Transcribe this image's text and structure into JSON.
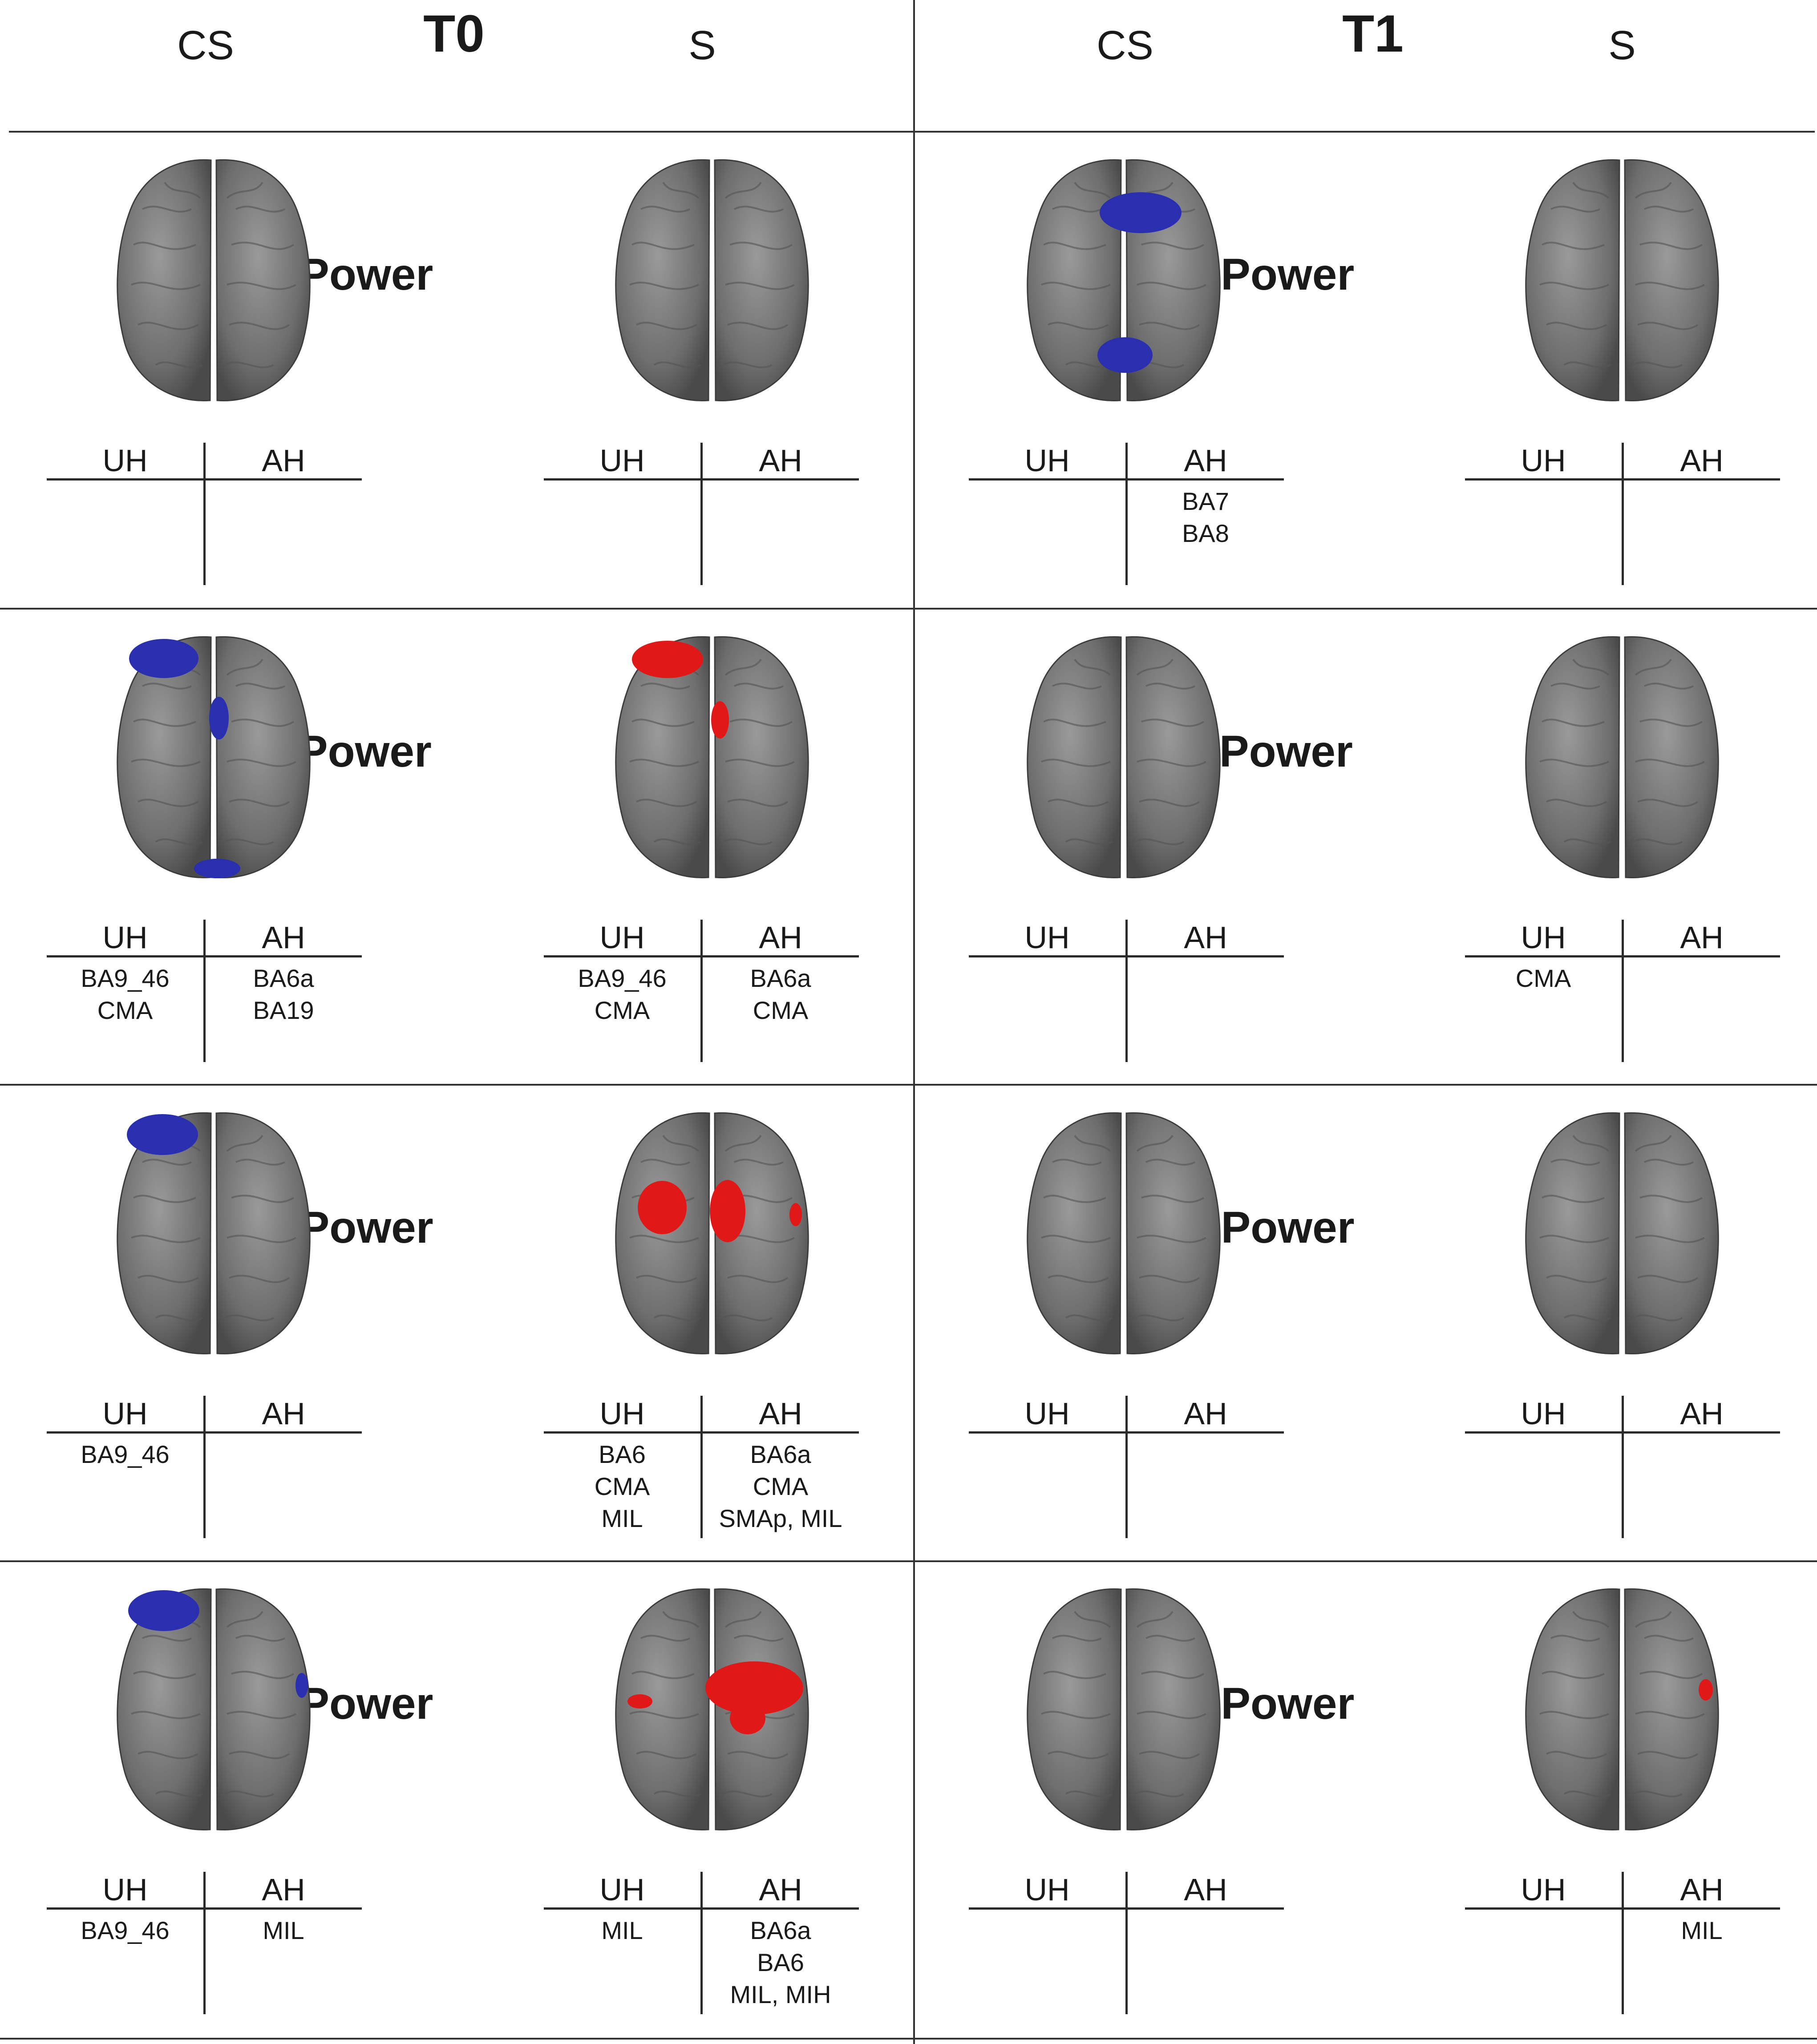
{
  "headers": {
    "t0": "T0",
    "t1": "T1",
    "cs_label": "CS",
    "s_label": "S",
    "uh_label": "UH",
    "ah_label": "AH"
  },
  "bands": [
    "δ Power",
    "θ Power",
    "α Power",
    "β Power"
  ],
  "colors": {
    "brain": "#7a7a7a",
    "decrease": "#2a2fb0",
    "increase": "#e01818",
    "lines": "#333333"
  },
  "rows": [
    {
      "band": "δ Power",
      "panels": [
        {
          "group": "CS",
          "time": "T0",
          "highlight": "none",
          "uh": [],
          "ah": []
        },
        {
          "group": "S",
          "time": "T0",
          "highlight": "none",
          "uh": [],
          "ah": []
        },
        {
          "group": "CS",
          "time": "T1",
          "highlight": "blue",
          "uh": [],
          "ah": [
            "BA7",
            "BA8"
          ]
        },
        {
          "group": "S",
          "time": "T1",
          "highlight": "none",
          "uh": [],
          "ah": []
        }
      ]
    },
    {
      "band": "θ Power",
      "panels": [
        {
          "group": "CS",
          "time": "T0",
          "highlight": "blue",
          "uh": [
            "BA9_46",
            "CMA"
          ],
          "ah": [
            "BA6a",
            "BA19"
          ]
        },
        {
          "group": "S",
          "time": "T0",
          "highlight": "red",
          "uh": [
            "BA9_46",
            "CMA"
          ],
          "ah": [
            "BA6a",
            "CMA"
          ]
        },
        {
          "group": "CS",
          "time": "T1",
          "highlight": "none",
          "uh": [],
          "ah": []
        },
        {
          "group": "S",
          "time": "T1",
          "highlight": "none",
          "uh": [
            "CMA"
          ],
          "ah": []
        }
      ]
    },
    {
      "band": "α Power",
      "panels": [
        {
          "group": "CS",
          "time": "T0",
          "highlight": "blue",
          "uh": [
            "BA9_46"
          ],
          "ah": []
        },
        {
          "group": "S",
          "time": "T0",
          "highlight": "red",
          "uh": [
            "BA6",
            "CMA",
            "MIL"
          ],
          "ah": [
            "BA6a",
            "CMA",
            "SMAp, MIL"
          ]
        },
        {
          "group": "CS",
          "time": "T1",
          "highlight": "none",
          "uh": [],
          "ah": []
        },
        {
          "group": "S",
          "time": "T1",
          "highlight": "none",
          "uh": [],
          "ah": []
        }
      ]
    },
    {
      "band": "β Power",
      "panels": [
        {
          "group": "CS",
          "time": "T0",
          "highlight": "blue",
          "uh": [
            "BA9_46"
          ],
          "ah": [
            "MIL"
          ]
        },
        {
          "group": "S",
          "time": "T0",
          "highlight": "red",
          "uh": [
            "MIL"
          ],
          "ah": [
            "BA6a",
            "BA6",
            "MIL, MIH"
          ]
        },
        {
          "group": "CS",
          "time": "T1",
          "highlight": "none",
          "uh": [],
          "ah": []
        },
        {
          "group": "S",
          "time": "T1",
          "highlight": "red",
          "uh": [],
          "ah": [
            "MIL"
          ]
        }
      ]
    }
  ]
}
